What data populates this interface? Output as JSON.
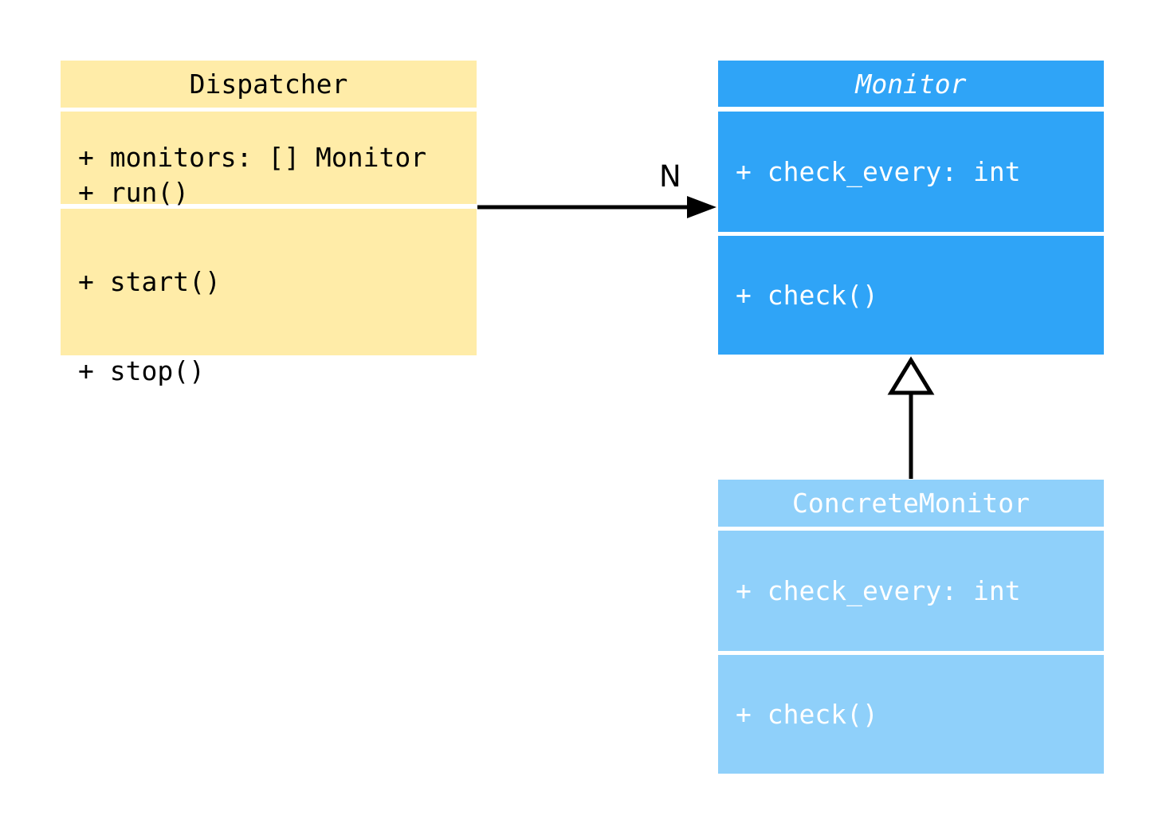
{
  "diagram": {
    "classes": [
      {
        "name": "Dispatcher",
        "abstract": false,
        "fill_color": "#FFECA8",
        "text_color": "#000000",
        "attributes": [
          "+ monitors: [] Monitor"
        ],
        "methods": [
          "+ run()",
          "+ start()",
          "+ stop()"
        ]
      },
      {
        "name": "Monitor",
        "abstract": true,
        "fill_color": "#2FA4F7",
        "text_color": "#FFFFFF",
        "attributes": [
          "+ check_every: int"
        ],
        "methods": [
          "+ check()"
        ]
      },
      {
        "name": "ConcreteMonitor",
        "abstract": false,
        "fill_color": "#8FD0FA",
        "text_color": "#FFFFFF",
        "attributes": [
          "+ check_every: int"
        ],
        "methods": [
          "+ check()"
        ]
      }
    ],
    "relationships": [
      {
        "type": "association",
        "from": "Dispatcher",
        "to": "Monitor",
        "label": "N",
        "arrowhead": "filled-triangle",
        "line_color": "#000000"
      },
      {
        "type": "inheritance",
        "from": "ConcreteMonitor",
        "to": "Monitor",
        "arrowhead": "hollow-triangle",
        "line_color": "#000000"
      }
    ]
  }
}
